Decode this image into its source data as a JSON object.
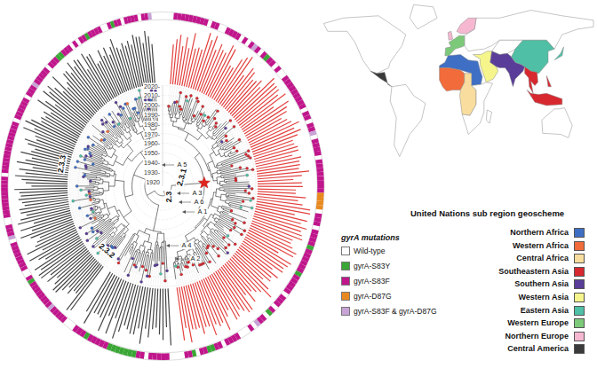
{
  "diagram": {
    "labels": [
      "2020-",
      "2010-",
      "2000-",
      "1990-",
      "1980-",
      "1970-",
      "1960-",
      "1950-",
      "1940-",
      "1930-",
      "1920",
      "2.3",
      "2.3.1",
      "2.3.2",
      "2.3.3",
      "A 5",
      "A 3",
      "A 6",
      "A 1",
      "A 4",
      "A 2",
      "gyrA mutations",
      "United Nations sub region geoscheme"
    ],
    "legend": [
      {
        "text": "Wild-type",
        "color": "#ffffff"
      },
      {
        "text": "gyrA-S83Y",
        "color": "#3aa635"
      },
      {
        "text": "gyrA-S83F",
        "color": "#c0168c"
      },
      {
        "text": "gyrA-D87G",
        "color": "#e8891f"
      },
      {
        "text": "gyrA-S83F & gyrA-D87G",
        "color": "#c7a3d6"
      },
      {
        "text": "Northern Africa",
        "color": "#3f6fc4"
      },
      {
        "text": "Western Africa",
        "color": "#f26b3a"
      },
      {
        "text": "Central Africa",
        "color": "#f8dd9e"
      },
      {
        "text": "Southeastern Asia",
        "color": "#d7282f"
      },
      {
        "text": "Southern Asia",
        "color": "#5a3d98"
      },
      {
        "text": "Western Asia",
        "color": "#f5f58c"
      },
      {
        "text": "Eastern Asia",
        "color": "#4fbfa5"
      },
      {
        "text": "Western Europe",
        "color": "#7cc97a"
      },
      {
        "text": "Northern Europe",
        "color": "#f5b8d0"
      },
      {
        "text": "Central America",
        "color": "#3a3a3a"
      }
    ]
  }
}
